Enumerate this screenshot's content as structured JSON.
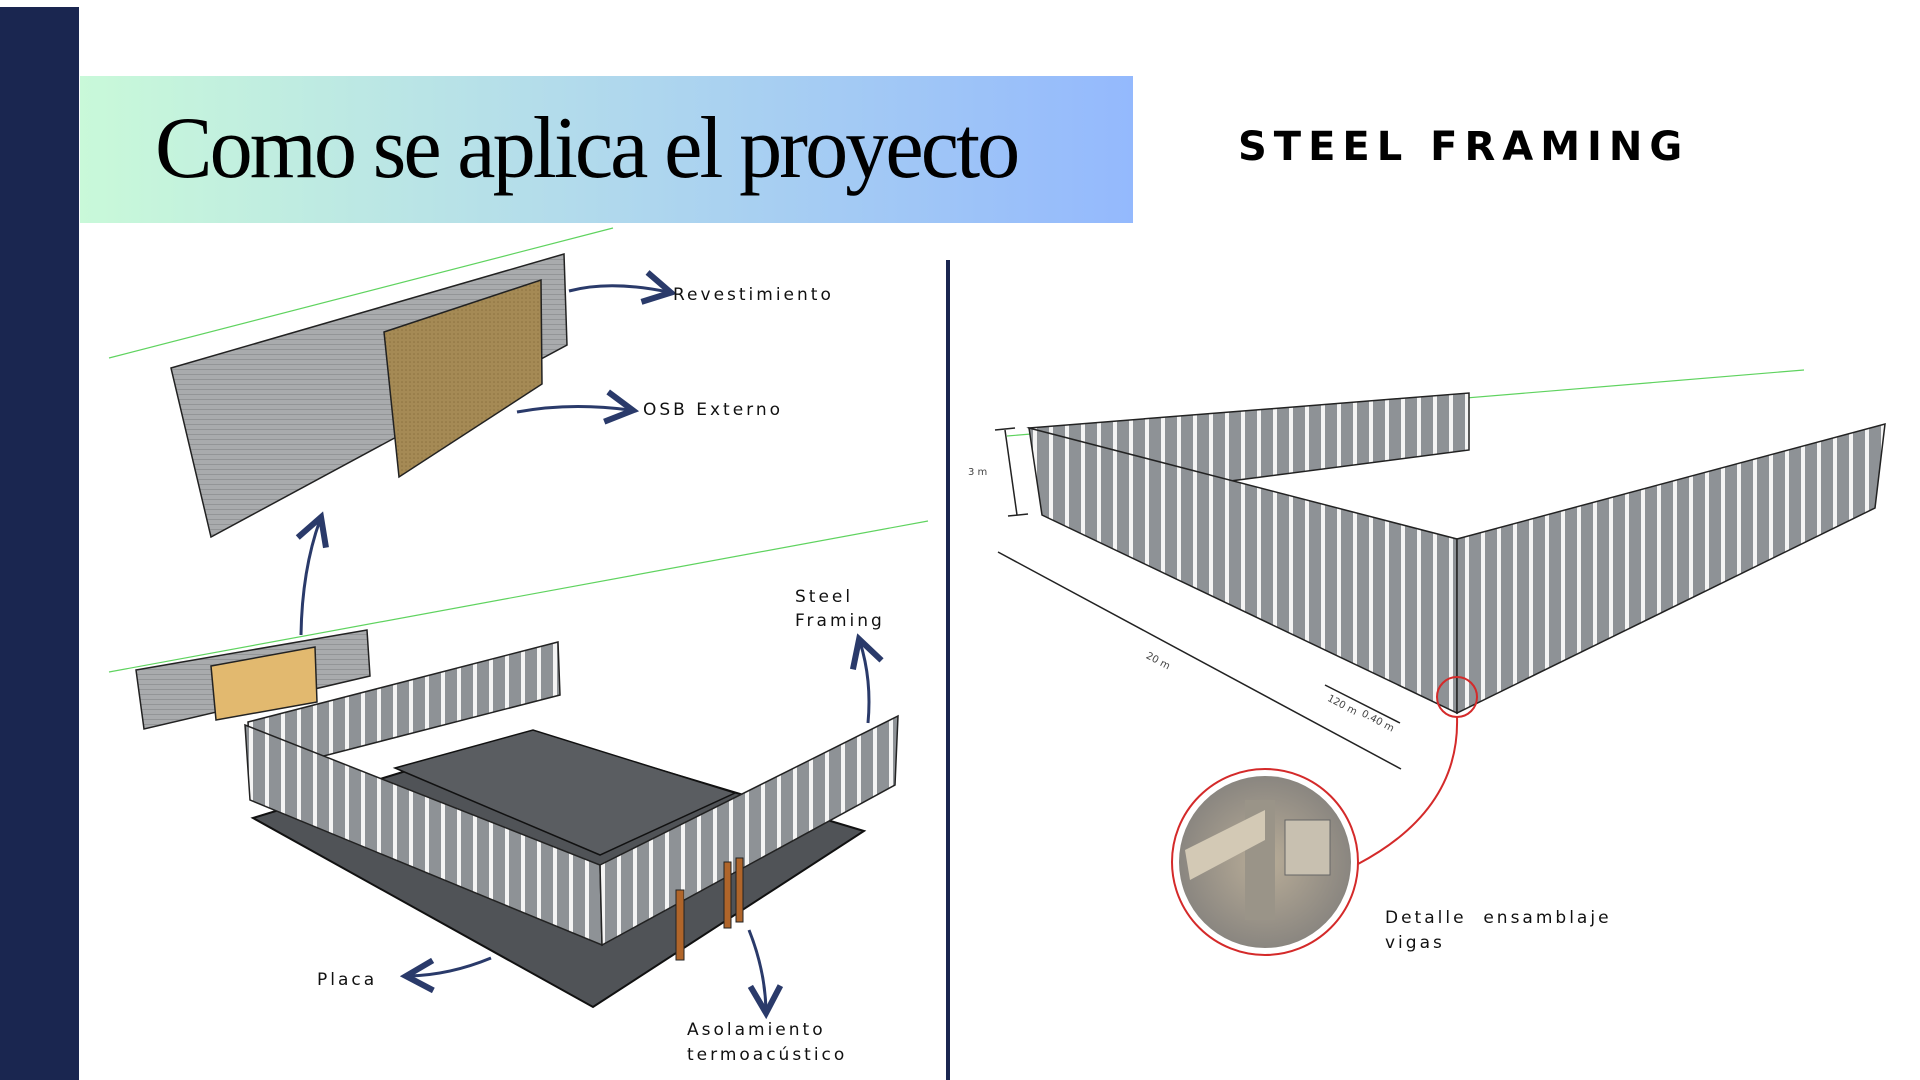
{
  "slide": {
    "title": "Como se aplica el proyecto",
    "subtitle": "STEEL FRAMING",
    "colors": {
      "sidebar": "#1a2650",
      "banner_start": "#c9f9d9",
      "banner_end": "#94b9fd",
      "accent_red": "#d42a2a",
      "guide_green": "#5fd35f"
    }
  },
  "left_diagram": {
    "labels": {
      "revestimiento": "Revestimiento",
      "osb": "OSB Externo",
      "steel_framing_1": "Steel",
      "steel_framing_2": "Framing",
      "placa": "Placa",
      "aislamiento_1": "Asolamiento",
      "aislamiento_2": "termoacústico"
    }
  },
  "right_diagram": {
    "dimensions": {
      "height": "3 m",
      "length": "20 m",
      "spacing_a": "120 m",
      "spacing_b": "0.40 m"
    },
    "labels": {
      "detail_1": "Detalle  ensamblaje",
      "detail_2": "vigas"
    }
  }
}
